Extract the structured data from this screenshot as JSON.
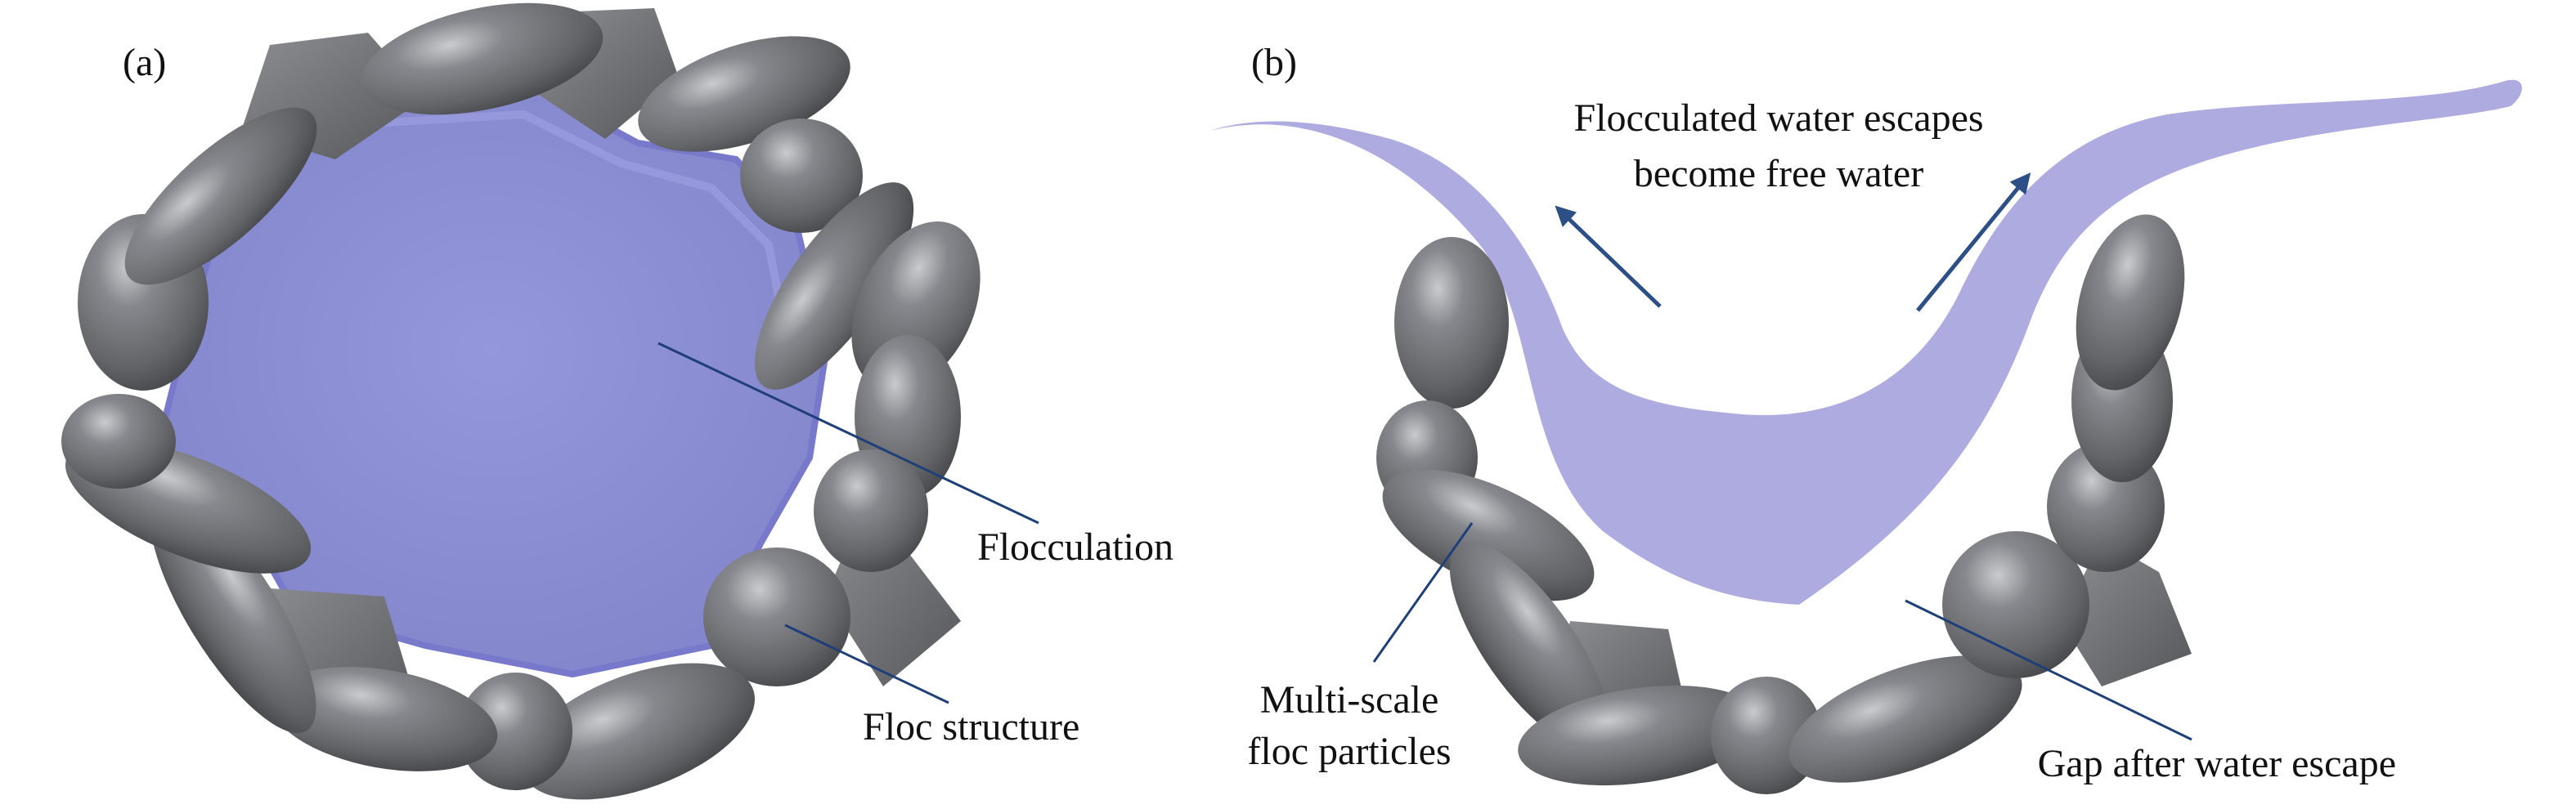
{
  "panels": {
    "a": {
      "tag": "(a)",
      "flocculation_label": "Flocculation",
      "floc_structure_label": "Floc structure"
    },
    "b": {
      "tag": "(b)",
      "escape_label_line1": "Flocculated water escapes",
      "escape_label_line2": "become free water",
      "particles_label_line1": "Multi-scale",
      "particles_label_line2": "floc particles",
      "gap_label": "Gap after water escape"
    }
  },
  "colors": {
    "water_fill": "#8a8ad4",
    "water_stream": "#adabe0",
    "particle": "#6e7075",
    "particle_dark": "#4a4c50",
    "arrow": "#2c4f85",
    "leader_line": "#1f3f78"
  }
}
